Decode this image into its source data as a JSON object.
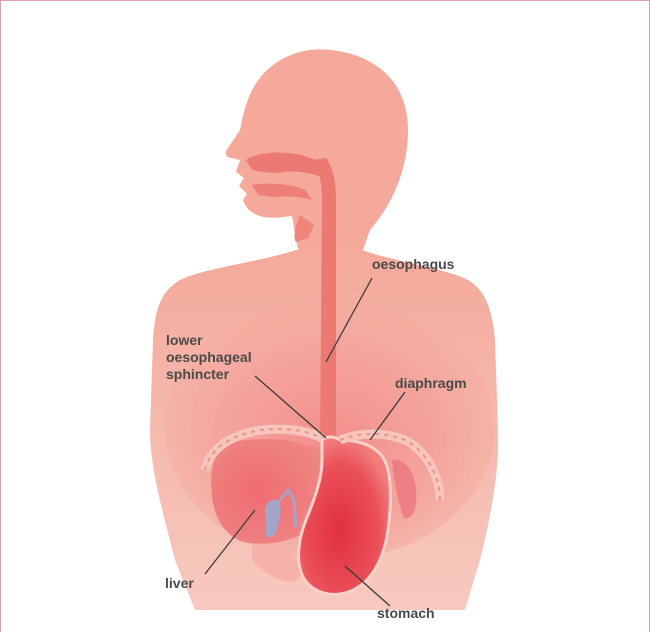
{
  "diagram": {
    "labels": {
      "oesophagus": "oesophagus",
      "sphincter_line1": "lower",
      "sphincter_line2": "oesophageal",
      "sphincter_line3": "sphincter",
      "diaphragm": "diaphragm",
      "liver": "liver",
      "stomach": "stomach"
    },
    "colors": {
      "skin": "#f4a99b",
      "skin_light": "#f7c0b4",
      "oesophagus": "#ec7a72",
      "stomach": "#e8404a",
      "stomach_light": "#f27b78",
      "liver": "#ef6f73",
      "gallbladder": "#a6a3c9",
      "diaphragm": "#f4b6ad",
      "label": "#4a4a4a",
      "pointer": "#3a3a3a",
      "frame": "#d9a1a8"
    }
  }
}
